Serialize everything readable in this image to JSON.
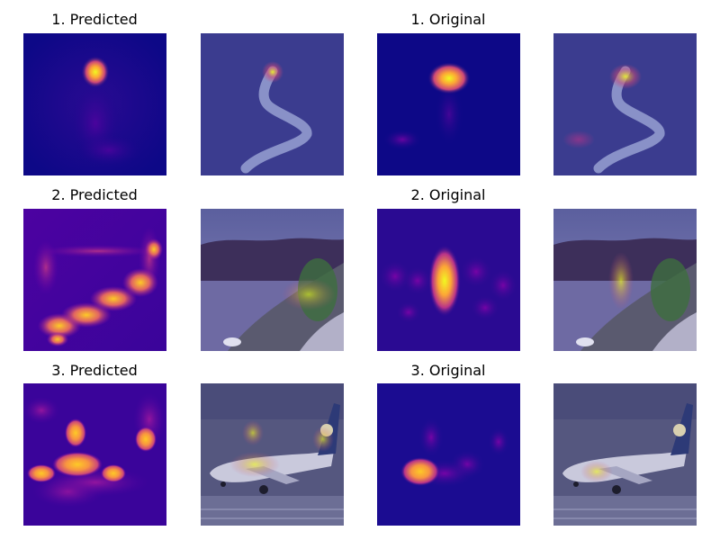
{
  "figure": {
    "rows": [
      {
        "predicted_title": "1. Predicted",
        "original_title": "1. Original"
      },
      {
        "predicted_title": "2. Predicted",
        "original_title": "2. Original"
      },
      {
        "predicted_title": "3. Predicted",
        "original_title": "3. Original"
      }
    ]
  },
  "colors": {
    "heatmap_background": "#0d0887",
    "heatmap_mid": "#9c179e",
    "heatmap_hot": "#f0f921",
    "overlay_tint": "#3b3c8f"
  }
}
